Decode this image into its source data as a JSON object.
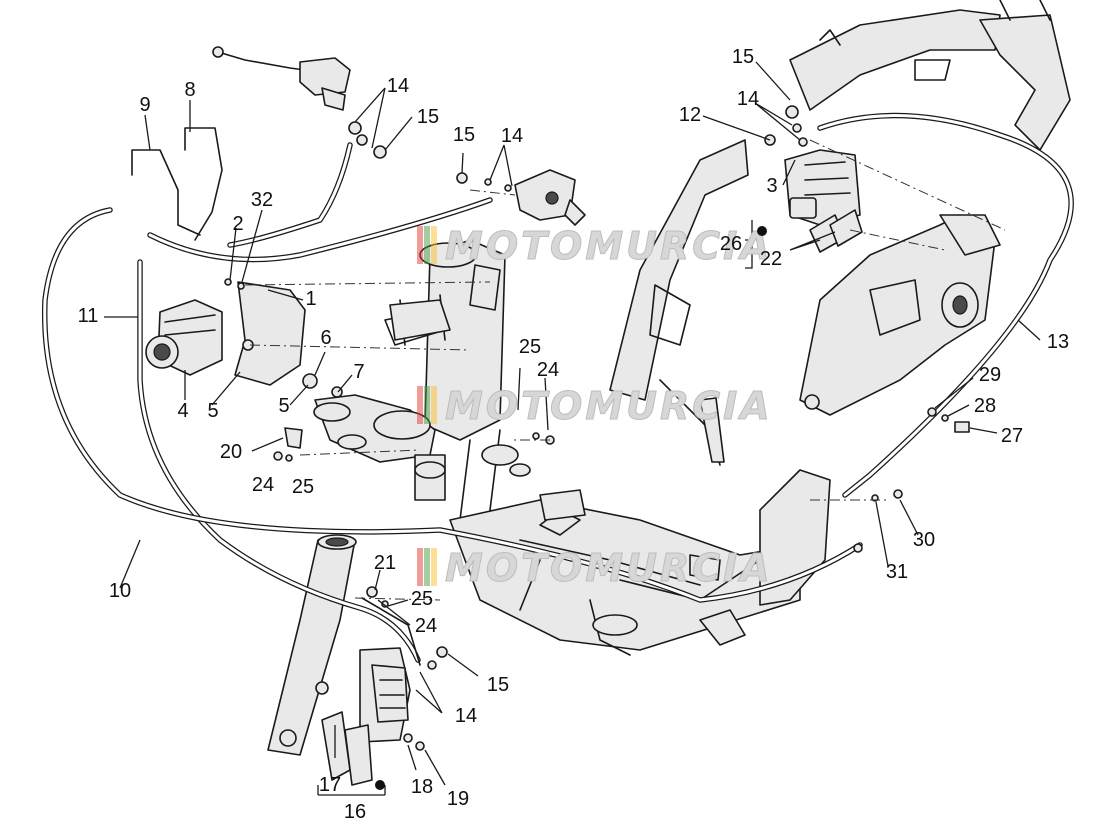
{
  "watermark": {
    "text": "MOTOMURCIA",
    "stripe_colors": [
      "#e53935",
      "#43a047",
      "#fbc02d"
    ]
  },
  "callouts": {
    "c1": "1",
    "c2": "2",
    "c3": "3",
    "c4": "4",
    "c5a": "5",
    "c5b": "5",
    "c6": "6",
    "c7": "7",
    "c8": "8",
    "c9": "9",
    "c10": "10",
    "c11": "11",
    "c12": "12",
    "c13": "13",
    "c14a": "14",
    "c14b": "14",
    "c14c": "14",
    "c14d": "14",
    "c15a": "15",
    "c15b": "15",
    "c15c": "15",
    "c15d": "15",
    "c16": "16",
    "c17": "17",
    "c18": "18",
    "c19": "19",
    "c20": "20",
    "c21": "21",
    "c22": "22",
    "c24a": "24",
    "c24b": "24",
    "c24c": "24",
    "c25a": "25",
    "c25b": "25",
    "c25c": "25",
    "c26": "26",
    "c27": "27",
    "c28": "28",
    "c29": "29",
    "c30": "30",
    "c31": "31",
    "c32": "32"
  }
}
